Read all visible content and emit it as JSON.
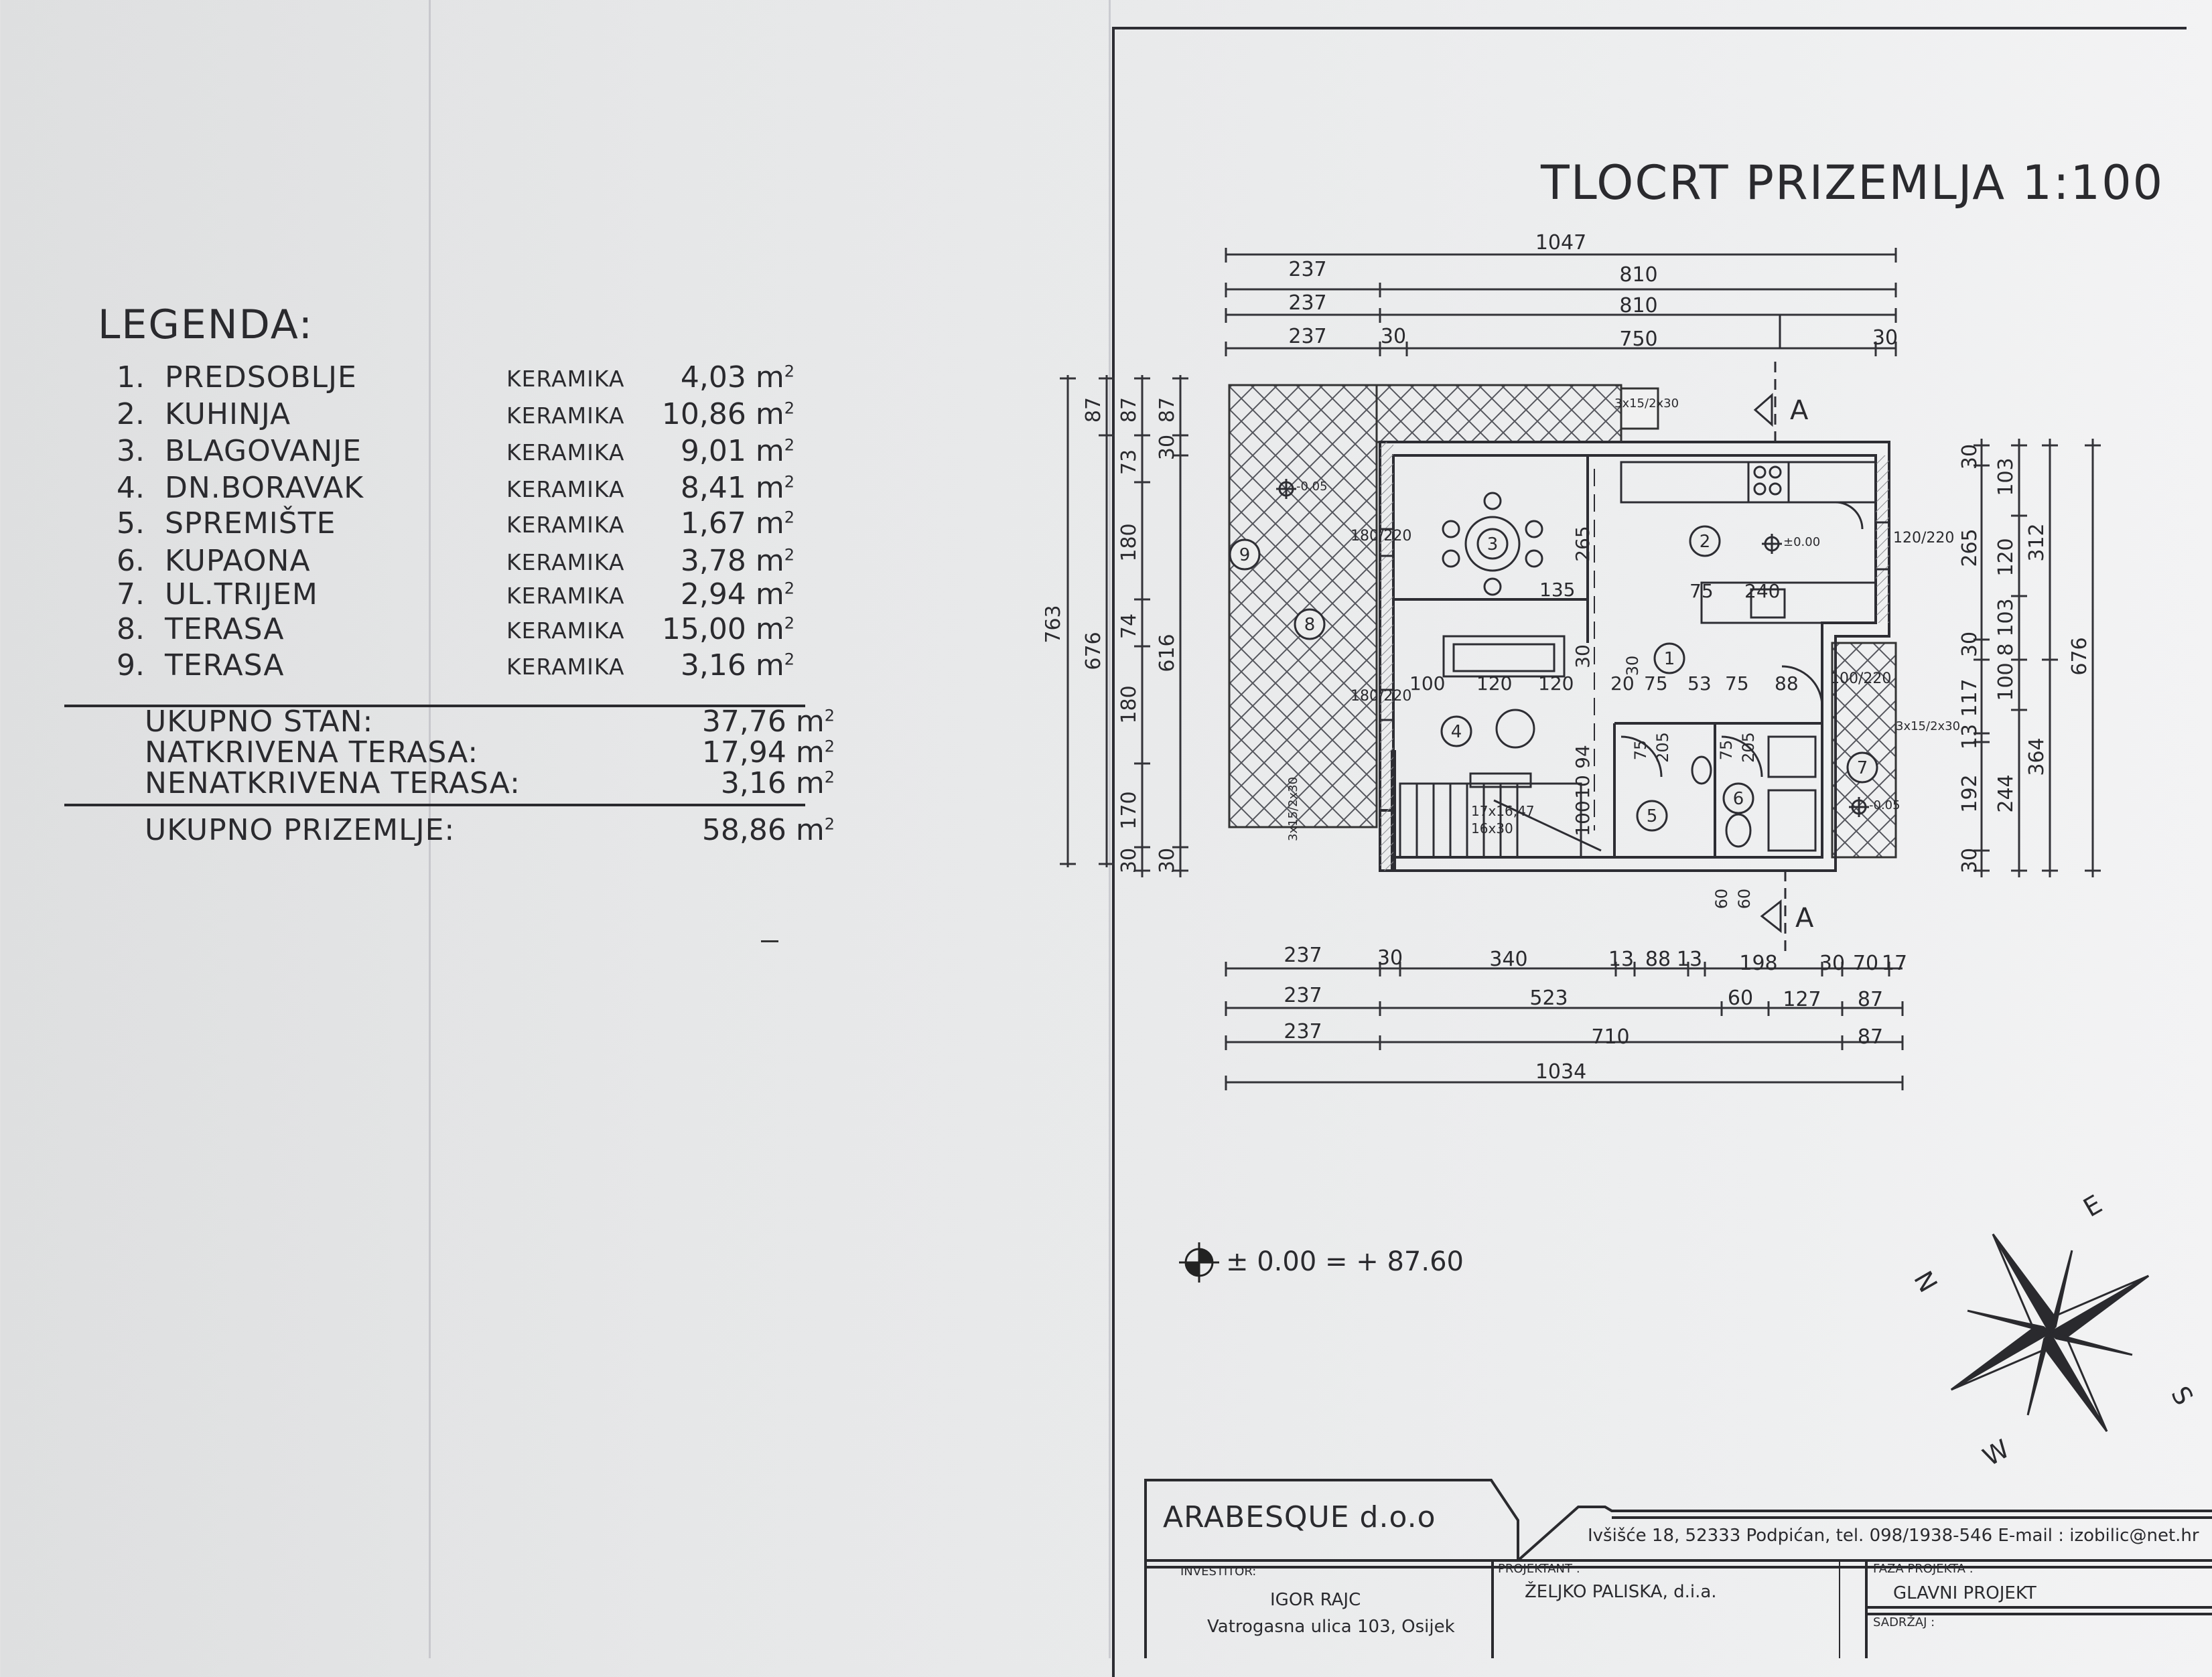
{
  "legend": {
    "title": "LEGENDA:",
    "items": [
      {
        "num": "1.",
        "name": "PREDSOBLJE",
        "material": "KERAMIKA",
        "area": "4,03 m"
      },
      {
        "num": "2.",
        "name": "KUHINJA",
        "material": "KERAMIKA",
        "area": "10,86 m"
      },
      {
        "num": "3.",
        "name": "BLAGOVANJE",
        "material": "KERAMIKA",
        "area": "9,01 m"
      },
      {
        "num": "4.",
        "name": "DN.BORAVAK",
        "material": "KERAMIKA",
        "area": "8,41 m"
      },
      {
        "num": "5.",
        "name": "SPREMIŠTE",
        "material": "KERAMIKA",
        "area": "1,67 m"
      },
      {
        "num": "6.",
        "name": "KUPAONA",
        "material": "KERAMIKA",
        "area": "3,78 m"
      },
      {
        "num": "7.",
        "name": "UL.TRIJEM",
        "material": "KERAMIKA",
        "area": "2,94 m"
      },
      {
        "num": "8.",
        "name": "TERASA",
        "material": "KERAMIKA",
        "area": "15,00 m"
      },
      {
        "num": "9.",
        "name": "TERASA",
        "material": "KERAMIKA",
        "area": "3,16 m"
      }
    ],
    "area_unit_sup": "2",
    "totals": [
      {
        "label": "UKUPNO STAN:",
        "value": "37,76 m"
      },
      {
        "label": "NATKRIVENA TERASA:",
        "value": "17,94 m"
      },
      {
        "label": "NENATKRIVENA TERASA:",
        "value": "3,16 m"
      }
    ],
    "grand_total": {
      "label": "UKUPNO PRIZEMLJE:",
      "value": "58,86 m"
    }
  },
  "plan": {
    "title": "TLOCRT PRIZEMLJA 1:100",
    "section_label": "A",
    "dims_top": {
      "row1": [
        "1047"
      ],
      "row2": [
        "237",
        "810"
      ],
      "row3": [
        "237",
        "810"
      ],
      "row4": [
        "237",
        "30",
        "750",
        "30"
      ]
    },
    "dims_bottom": {
      "row1": [
        "237",
        "30",
        "340",
        "13",
        "88",
        "13",
        "198",
        "30",
        "70",
        "17"
      ],
      "row2": [
        "237",
        "523",
        "60",
        "127",
        "87"
      ],
      "row3": [
        "237",
        "710",
        "87"
      ],
      "row4": [
        "1034"
      ]
    },
    "dims_left": {
      "col1": [
        "763"
      ],
      "col2": [
        "87",
        "676"
      ],
      "col3": [
        "87",
        "73",
        "180",
        "74",
        "180",
        "170",
        "30"
      ],
      "col4": [
        "30",
        "87",
        "616",
        "30"
      ]
    },
    "dims_right": {
      "col1": [
        "30",
        "265",
        "30",
        "117",
        "13",
        "192",
        "30"
      ],
      "col2": [
        "103",
        "120",
        "103",
        "8",
        "100",
        "244"
      ],
      "col3": [
        "312",
        "364"
      ],
      "col4": [
        "676"
      ]
    },
    "room_numbers": [
      "1",
      "2",
      "3",
      "4",
      "5",
      "6",
      "7",
      "8",
      "9"
    ],
    "interior_dims": [
      "265",
      "135",
      "75",
      "240",
      "100",
      "120",
      "120",
      "20",
      "75",
      "53",
      "75",
      "88",
      "94",
      "10",
      "100",
      "30",
      "75",
      "205",
      "75",
      "205",
      "60",
      "60",
      "30"
    ],
    "window_labels": [
      "180/220",
      "180/220",
      "120/220",
      "100/220"
    ],
    "vent_labels": [
      "3x15/2x30",
      "3x15/2x30",
      "3x15/2x30"
    ],
    "stair_label": [
      "17x16,47",
      "16x30"
    ],
    "level_marks": [
      "±0.00",
      "-0.05",
      "-0.05"
    ]
  },
  "elevation": {
    "text": "± 0.00 = + 87.60"
  },
  "compass": {
    "N": "N",
    "E": "E",
    "S": "S",
    "W": "W"
  },
  "titleblock": {
    "company": "ARABESQUE d.o.o",
    "address": "Ivšišće 18, 52333 Podpićan, tel. 098/1938-546   E-mail : izobilic@net.hr",
    "investor_label": "INVESTITOR:",
    "investor_name": "IGOR RAJC",
    "investor_address": "Vatrogasna ulica 103, Osijek",
    "designer_label": "PROJEKTANT :",
    "designer_name": "ŽELJKO PALISKA, d.i.a.",
    "phase_label": "FAZA PROJEKTA :",
    "phase_value": "GLAVNI PROJEKT",
    "content_label": "SADRŽAJ :"
  }
}
